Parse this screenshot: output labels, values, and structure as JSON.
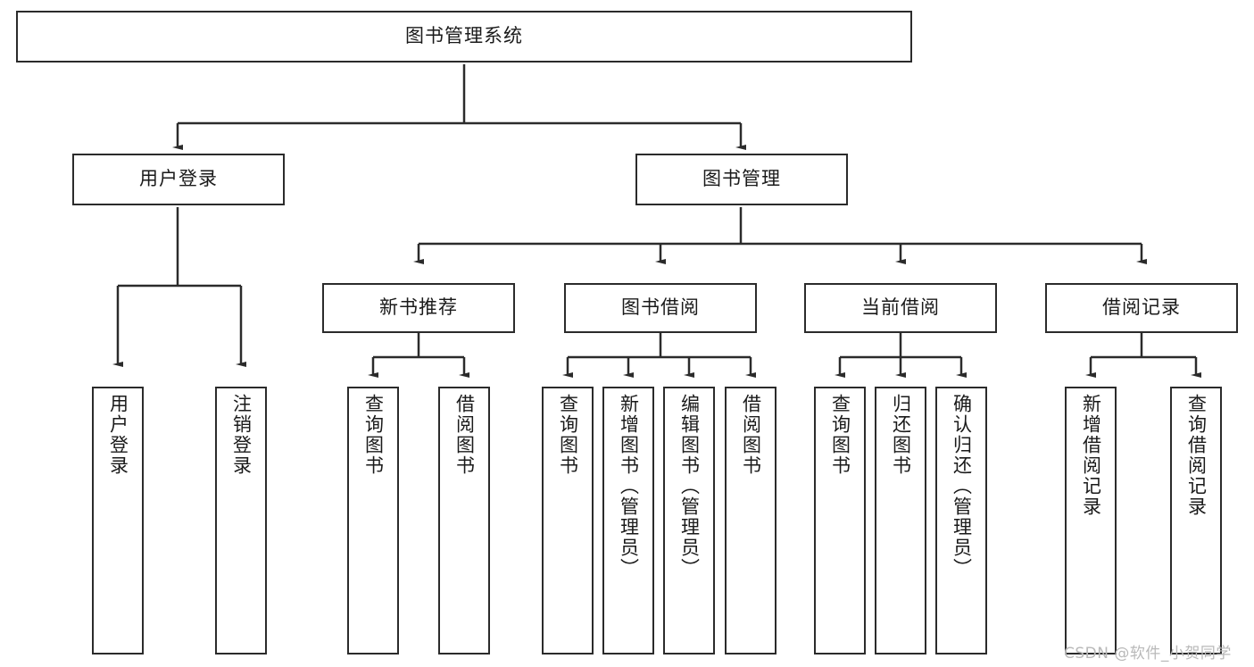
{
  "diagram": {
    "type": "tree",
    "title": "图书管理系统",
    "watermark": "CSDN @软件_小贺同学",
    "colors": {
      "background": "#ffffff",
      "border": "#2b2b2b",
      "text": "#1a1a1a",
      "connector": "#2b2b2b",
      "watermark": "#b9b9b9"
    },
    "levels": {
      "root": {
        "label": "图书管理系统"
      },
      "level2": [
        {
          "label": "用户登录"
        },
        {
          "label": "图书管理"
        }
      ],
      "level3": [
        {
          "label": "新书推荐"
        },
        {
          "label": "图书借阅"
        },
        {
          "label": "当前借阅"
        },
        {
          "label": "借阅记录"
        }
      ],
      "leaves": [
        {
          "label": "用户登录",
          "parent": "用户登录"
        },
        {
          "label": "注销登录",
          "parent": "用户登录"
        },
        {
          "label": "查询图书",
          "parent": "新书推荐"
        },
        {
          "label": "借阅图书",
          "parent": "新书推荐"
        },
        {
          "label": "查询图书",
          "parent": "图书借阅"
        },
        {
          "label": "新增图书（管理员）",
          "parent": "图书借阅"
        },
        {
          "label": "编辑图书（管理员）",
          "parent": "图书借阅"
        },
        {
          "label": "借阅图书",
          "parent": "图书借阅"
        },
        {
          "label": "查询图书",
          "parent": "当前借阅"
        },
        {
          "label": "归还图书",
          "parent": "当前借阅"
        },
        {
          "label": "确认归还（管理员）",
          "parent": "当前借阅"
        },
        {
          "label": "新增借阅记录",
          "parent": "借阅记录"
        },
        {
          "label": "查询借阅记录",
          "parent": "借阅记录"
        }
      ]
    }
  }
}
